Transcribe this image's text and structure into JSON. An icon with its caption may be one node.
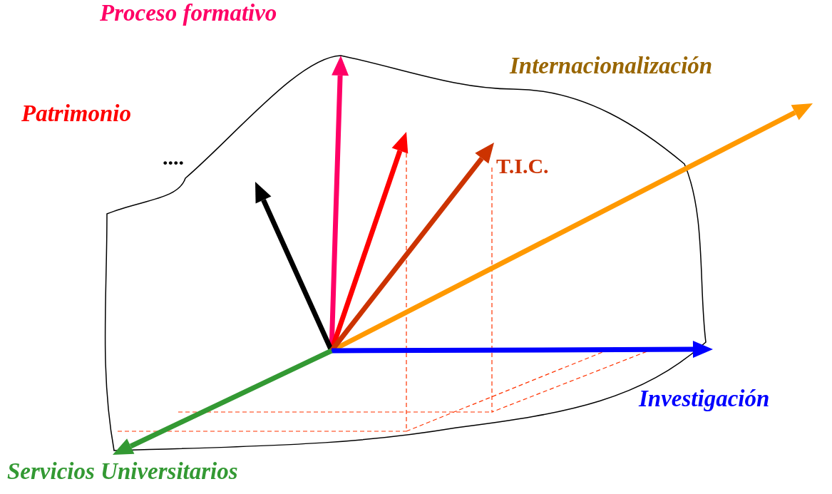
{
  "diagram": {
    "labels": [
      "Proceso formativo",
      "Internacionalización",
      "Patrimonio",
      "....",
      "T.I.C.",
      "Investigación",
      "Servicios Universitarios"
    ]
  }
}
